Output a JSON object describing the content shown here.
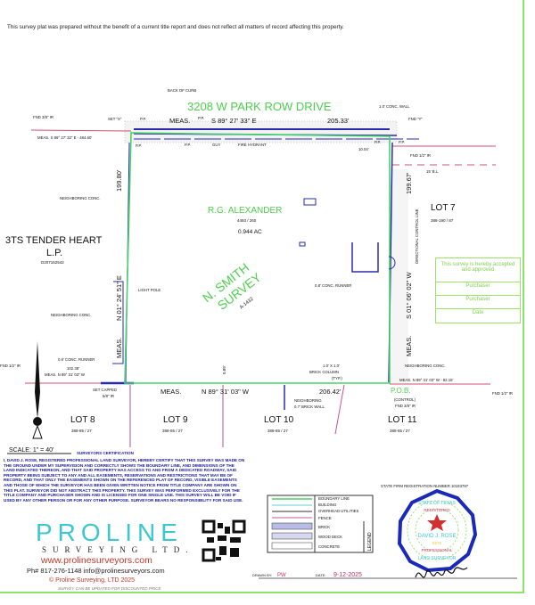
{
  "disclaimer": "This survey plat was prepared without the benefit of a current title report and does not reflect all matters of record affecting this property.",
  "street": "3208 W PARK ROW DRIVE",
  "owner": {
    "name": "R.G. ALEXANDER",
    "record": "4493 / 260",
    "area": "0.944 AC"
  },
  "survey": {
    "line1": "N. SMITH",
    "line2": "SURVEY",
    "abstract": "A-1432"
  },
  "adjoiner_left": {
    "name1": "3TS TENDER HEART",
    "name2": "L.P.",
    "record": "D207162542"
  },
  "lots": [
    {
      "label": "LOT 7",
      "record": "388-190 / 87"
    },
    {
      "label": "LOT 8",
      "record": "388-85 / 27"
    },
    {
      "label": "LOT 9",
      "record": "388-85 / 27"
    },
    {
      "label": "LOT 10",
      "record": "388-85 / 27"
    },
    {
      "label": "LOT 11",
      "record": "388-85 / 27"
    }
  ],
  "calls": {
    "top_meas": "MEAS.",
    "top_bearing": "S 89° 27' 33\" E",
    "top_dist": "205.33'",
    "left_tie": "MEAS. S 89° 27' 32\" E - 484.60'",
    "left_dist": "199.80'",
    "left_bearing": "N 01° 24' 51\" E",
    "left_meas": "MEAS.",
    "right_dist": "199.67'",
    "right_bearing": "S 01° 06' 02\" W",
    "right_meas": "MEAS.",
    "directional_control": "DIRECTIONAL CONTROL LINE",
    "bottom_meas": "MEAS.",
    "bottom_bearing": "N 89° 31' 03\" W",
    "bottom_dist": "206.42'",
    "bottom_left_tie_dist": "102.38'",
    "bottom_left_tie": "MEAS. N 89° 31' 03\" W",
    "bottom_right_tie": "MEAS. N 89° 31' 03\" W - 82.15'",
    "offset": "0.89'",
    "offset_top": "10.04'"
  },
  "notes": {
    "back_of_curb": "BACK OF CURB",
    "fnd_38_ir": "FND 3/8\" IR",
    "set_x": "SET \"X\"",
    "pp": "P.P.",
    "guy": "GUY",
    "fire_hydrant": "FIRE HYDRANT",
    "conc_wall": "1.0' CONC. WALL",
    "fnd_y": "FND \"Y\"",
    "fnd_12_ir": "FND 1/2\" IR",
    "bl": "15' B.L.",
    "neighboring_conc": "NEIGHBORING CONC.",
    "light_pole": "LIGHT POLE",
    "conc_runner": "0.6' CONC. RUNNER",
    "conc_runner2": "0.8' CONC. RUNNER",
    "set_capped": "SET CAPPED",
    "set_capped2": "5/8\" IR",
    "brick_column": "1.0' X 1.0'",
    "brick_column2": "BRICK COLUMN",
    "brick_column3": "(TYP.)",
    "neighboring_wall": "NEIGHBORING",
    "neighboring_wall2": "0.7' BRICK WALL",
    "pob": "P.O.B.",
    "control": "(CONTROL)",
    "fnd_38_ir2": "FND 3/8\" IR",
    "fnd_12_ir_left": "FND 1/2\" IR",
    "fnd_12_ir_right": "FND 1/2\" IR"
  },
  "acceptance": {
    "text": "This survey is hereby accepted and approved",
    "line1": "Purchaser",
    "line2": "Purchaser",
    "line3": "Date"
  },
  "scale": "SCALE: 1\" = 40'",
  "certification_title": "SURVEYORS CERTIFICATION",
  "certification": "I, DAVID J. ROSE, REGISTERED PROFESSIONAL LAND SURVEYOR, HEREBY CERTIFY THAT THIS SURVEY WAS MADE ON THE GROUND UNDER MY SUPERVISION AND CORRECTLY SHOWS THE BOUNDARY LINE, AND DIMENSIONS OF THE LAND INDICATED THEREON, AND THAT SAID PROPERTY HAS ACCESS TO AND FROM A DEDICATED ROADWAY, SAID PROPERTY BEING SUBJECT TO ANY AND ALL EASEMENTS, RESERVATIONS AND RESTRICTIONS THAT MAY BE OF RECORD, AND THAT ONLY THE EASEMENTS SHOWN ON THE REFERENCED PLAT OF RECORD, VISIBLE EASEMENTS AND THOSE OF WHICH THE SURVEYOR HAS BEEN GIVEN WRITTEN NOTICE FROM TITLE COMPANY ARE SHOWN ON THIS PLAT. SURVEYOR DID NOT ABSTRACT THIS PROPERTY. THIS SURVEY WAS PERFORMED EXCLUSIVELY FOR THE TITLE COMPANY AND PURCHASER SHOWN AND IS LICENSED FOR ONE SINGLE USE. THIS SURVEY WILL BE VOID IF USED BY ANY OTHER PERSON OR FOR ANY OTHER PURPOSE. SURVEYOR BEARS NO RESPONSIBILITY FOR SAID USE.",
  "company": {
    "name": "PROLINE",
    "sub": "SURVEYING LTD.",
    "url": "www.prolinesurveyors.com",
    "phone": "Ph# 817-276-1148  info@prolinesurveyors.com",
    "copyright": "© Proline Surveying, LTD 2025",
    "note": "SURVEY CAN BE UPDATED FOR DISCOUNTED PRICE"
  },
  "legend": {
    "title": "LEGEND",
    "items": [
      "BOUNDARY LINE",
      "BUILDING",
      "OVERHEAD UTILITIES",
      "FENCE",
      "BRICK",
      "WOOD DECK",
      "CONCRETE"
    ],
    "colors": [
      "#46d36a",
      "#5fd0d0",
      "#333333",
      "#c05aa0",
      "#7c7cc8",
      "#9aa0d8",
      "#ffffff"
    ]
  },
  "firm_registration": "STATE FIRM REGISTRATION NUMBER 10193797",
  "seal": {
    "top": "STATE OF TEXAS",
    "registered": "REGISTERED",
    "name": "DAVID J. ROSE",
    "number": "5976",
    "professional": "PROFESSIONAL",
    "bottom": "LAND SURVEYOR"
  },
  "drawn_by_label": "DRAWN BY:",
  "drawn_by": "PW",
  "date_label": "DATE:",
  "date": "9-12-2025",
  "colors": {
    "boundary": "#46d36a",
    "utility": "#2a2ab0",
    "tie": "#d05070",
    "frame": "#8ee36a",
    "label_green": "#4cd04c"
  }
}
